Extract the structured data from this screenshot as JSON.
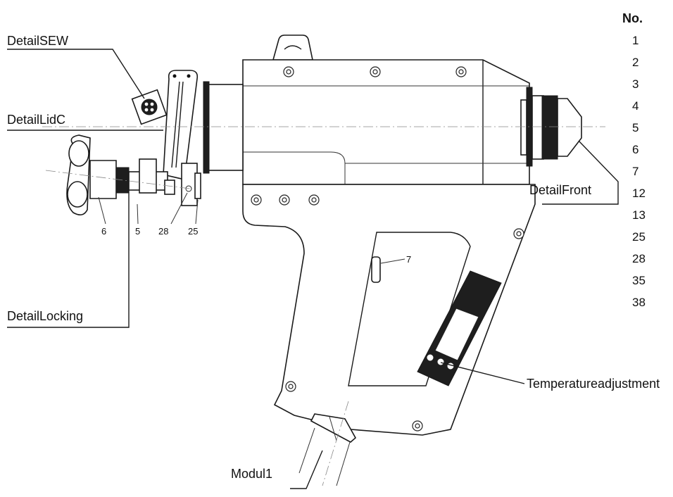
{
  "labels": {
    "detail_sew": "DetailSEW",
    "detail_lid": "DetailLidC",
    "detail_locking": "DetailLocking",
    "detail_front": "DetailFront",
    "temperature_adjustment": "Temperatureadjustment",
    "modul": "Modul1"
  },
  "part_numbers": {
    "n6": "6",
    "n5": "5",
    "n28": "28",
    "n25": "25",
    "n7": "7"
  },
  "number_table": {
    "header": "No.",
    "items": [
      "1",
      "2",
      "3",
      "4",
      "5",
      "6",
      "7",
      "12",
      "13",
      "25",
      "28",
      "35",
      "38"
    ]
  }
}
